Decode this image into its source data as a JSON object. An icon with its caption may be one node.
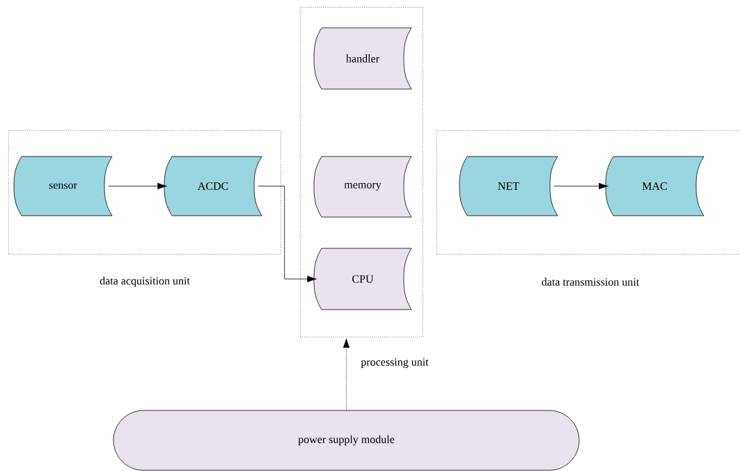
{
  "diagram": {
    "nodes": [
      {
        "text": [
          "data acquisition unit"
        ]
      },
      {
        "text": [
          "sensor"
        ],
        "in": 0
      },
      {
        "text": [
          "ACDC"
        ],
        "in": 0
      },
      {
        "text": [
          "processing unit"
        ]
      },
      {
        "text": [
          "handler"
        ],
        "in": 3
      },
      {
        "text": [
          "memory"
        ],
        "in": 3
      },
      {
        "text": [
          "CPU"
        ],
        "in": 3
      },
      {
        "text": [
          "data transmission unit"
        ]
      },
      {
        "text": [
          "NET"
        ],
        "in": 7
      },
      {
        "text": [
          "MAC"
        ],
        "in": 7
      },
      {
        "text": [
          "power supply module"
        ]
      }
    ],
    "edges": [
      {
        "from": 1,
        "to": 2,
        "arrow": "to"
      },
      {
        "from": 2,
        "to": 6,
        "arrow": "to"
      },
      {
        "from": 10,
        "to": 3,
        "arrow": "to",
        "style": "dashed"
      },
      {
        "from": 8,
        "to": 9,
        "arrow": "to"
      }
    ]
  }
}
